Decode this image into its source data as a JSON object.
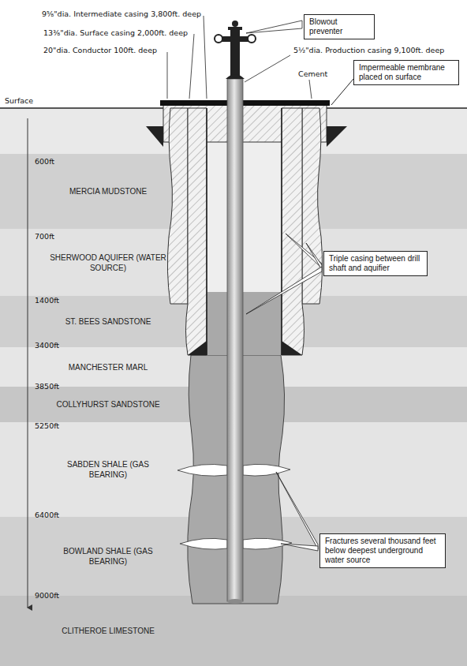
{
  "diagram": {
    "nodes": [
      {
        "text": [
          "Blowout preventer"
        ]
      },
      {
        "text": [
          "Impermeable membrane placed on surface"
        ]
      },
      {
        "text": [
          "MERCIA MUDSTONE"
        ]
      },
      {
        "text": [
          "SHERWOOD AQUIFER (WATER SOURCE)"
        ]
      },
      {
        "text": [
          "Triple casing between drill shaft and aquifier"
        ]
      },
      {
        "text": [
          "ST. BEES SANDSTONE"
        ]
      },
      {
        "text": [
          "MANCHESTER MARL"
        ]
      },
      {
        "text": [
          "COLLYHURST SANDSTONE"
        ]
      },
      {
        "text": [
          "SABDEN SHALE (GAS BEARING)"
        ]
      },
      {
        "text": [
          "Fractures several thousand feet below deepest underground water source"
        ]
      },
      {
        "text": [
          "BOWLAND SHALE (GAS BEARING)"
        ]
      },
      {
        "text": [
          "CLITHEROE LIMESTONE"
        ]
      }
    ],
    "labels": [
      "9⅝\"dia. Intermediate casing 3,800ft. deep",
      "13⅜\"dia. Surface casing 2,000ft. deep",
      "20\"dia. Conductor 100ft. deep",
      "5½\"dia. Production casing 9,100ft. deep",
      "Cement",
      "Surface",
      "600ft",
      "700ft",
      "1400ft",
      "3400ft",
      "3850ft",
      "5250ft",
      "6400ft",
      "9000ft"
    ]
  }
}
